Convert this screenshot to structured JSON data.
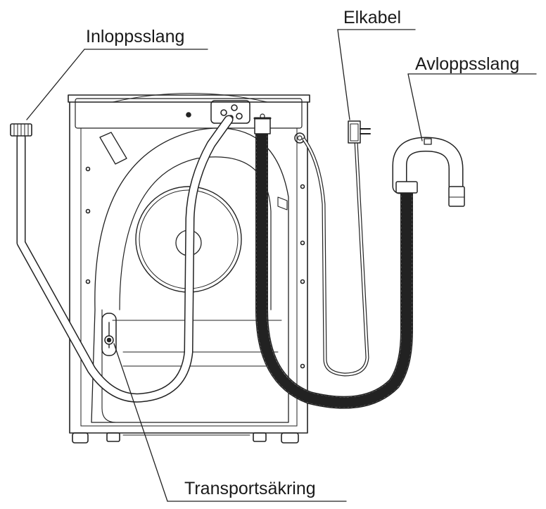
{
  "labels": {
    "inloppsslang": "Inloppsslang",
    "elkabel": "Elkabel",
    "avloppsslang": "Avloppsslang",
    "transportsakring": "Transportsäkring"
  }
}
